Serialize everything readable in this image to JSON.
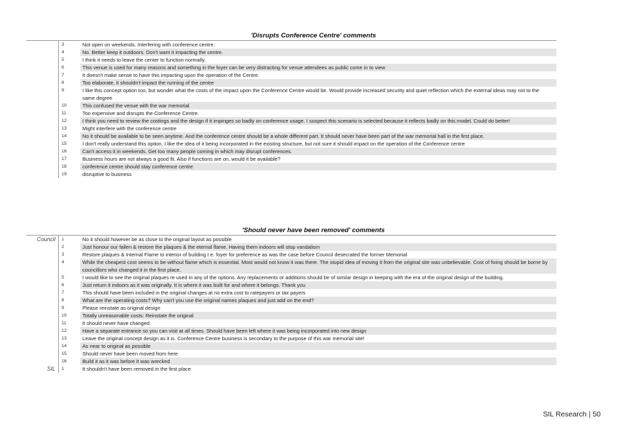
{
  "section1": {
    "title": "'Disrupts Conference Centre' comments",
    "rows": [
      {
        "group": "",
        "num": "3",
        "text": "Not open on weekends. Interfering with conference centre."
      },
      {
        "group": "",
        "num": "4",
        "text": "No. Better keep it outdoors. Don't want it impacting the centre."
      },
      {
        "group": "",
        "num": "5",
        "text": "I think it needs to leave the center to function normally."
      },
      {
        "group": "",
        "num": "6",
        "text": "This venue is used for many reasons and something in the foyer can be very distracting for venue attendees as public come in to view"
      },
      {
        "group": "",
        "num": "7",
        "text": "It doesn't make sense to have this impacting upon the operation of the Centre."
      },
      {
        "group": "",
        "num": "8",
        "text": "Too elaborate, it shouldn't impact the running of the centre"
      },
      {
        "group": "",
        "num": "9",
        "text": "I like this concept option too, but wonder what the costs of the impact upon the Conference Centre would be. Would provide increased security and quiet reflection which the external ideas may not to the same degree"
      },
      {
        "group": "",
        "num": "10",
        "text": "This confused the venue with the war memorial"
      },
      {
        "group": "",
        "num": "11",
        "text": "Too expensive and disrupts the Conference Centre."
      },
      {
        "group": "",
        "num": "12",
        "text": "I think you need to review the costings and the design if it impinges so badly on conference usage. I suspect this scenario is selected because it reflects badly on this model. Could do better!"
      },
      {
        "group": "",
        "num": "13",
        "text": "Might interfere with the conference centre"
      },
      {
        "group": "",
        "num": "14",
        "text": "No it should be available to be seen anytime. And the conference centre should be a whole different part. It should never have been part of the war memorial hall in the first place."
      },
      {
        "group": "",
        "num": "15",
        "text": "I don't really understand this option, I like the idea of it being incorporated in the existing structure, but not sure it should impact on the operation of the Conference centre"
      },
      {
        "group": "",
        "num": "16",
        "text": "Can't access it in weekends. Get too many people coming in which may disrupt conferences."
      },
      {
        "group": "",
        "num": "17",
        "text": "Business hours are not always a good fit. Also if functions are on, would it be available?"
      },
      {
        "group": "",
        "num": "18",
        "text": "conference centre should stay conference centre"
      },
      {
        "group": "",
        "num": "19",
        "text": "disruptive to business"
      }
    ]
  },
  "section2": {
    "title": "'Should never have been removed' comments",
    "rows": [
      {
        "group": "Council",
        "num": "1",
        "text": "No it should however be as close to the original layout as possible"
      },
      {
        "group": "",
        "num": "2",
        "text": "Just honour our fallen & restore the plaques & the eternal flame. Having them indoors will stop vandalism"
      },
      {
        "group": "",
        "num": "3",
        "text": "Restore plaques & Internal Flame to interior of building I.e. foyer for preference as was the case before Council desecrated the former Memorial"
      },
      {
        "group": "",
        "num": "4",
        "text": "While the cheapest cost seems to be without flame which is essential. Most would not know it was there. The stupid idea of moving it from the original site was unbelievable. Cost of fixing should be borne by councillors who changed it in the first place."
      },
      {
        "group": "",
        "num": "5",
        "text": "I would like to see the original plaques re used in any of the options. Any replacements or additions should be of similar design in keeping with the era of the original design of the building."
      },
      {
        "group": "",
        "num": "6",
        "text": "Just return it indoors as it was originally. It is where it was built for and where it belongs. Thank you"
      },
      {
        "group": "",
        "num": "7",
        "text": "This should have been included in the original changes at no extra cost to ratepayers or tax payers"
      },
      {
        "group": "",
        "num": "8",
        "text": "What are the operating costs? Why can't you use the original names plaques and just add on the end?"
      },
      {
        "group": "",
        "num": "9",
        "text": "Please reinstate as original design"
      },
      {
        "group": "",
        "num": "10",
        "text": "Totally unreasonable costs: Reinstate the original"
      },
      {
        "group": "",
        "num": "11",
        "text": "It should never have changed"
      },
      {
        "group": "",
        "num": "12",
        "text": "Have a separate entrance so you can visit at all times. Should have been left where it was being incorporated into new design"
      },
      {
        "group": "",
        "num": "13",
        "text": "Leave the original concept design as it is. Conference Centre business is secondary to the purpose of this war memorial site!"
      },
      {
        "group": "",
        "num": "14",
        "text": "As near to original as possible"
      },
      {
        "group": "",
        "num": "15",
        "text": "Should never have been moved from here"
      },
      {
        "group": "",
        "num": "16",
        "text": "Build it as it was before it was wrecked"
      },
      {
        "group": "SIL",
        "num": "1",
        "text": "It shouldn't have been removed in the first place"
      }
    ]
  },
  "footer": "SIL Research | 50"
}
